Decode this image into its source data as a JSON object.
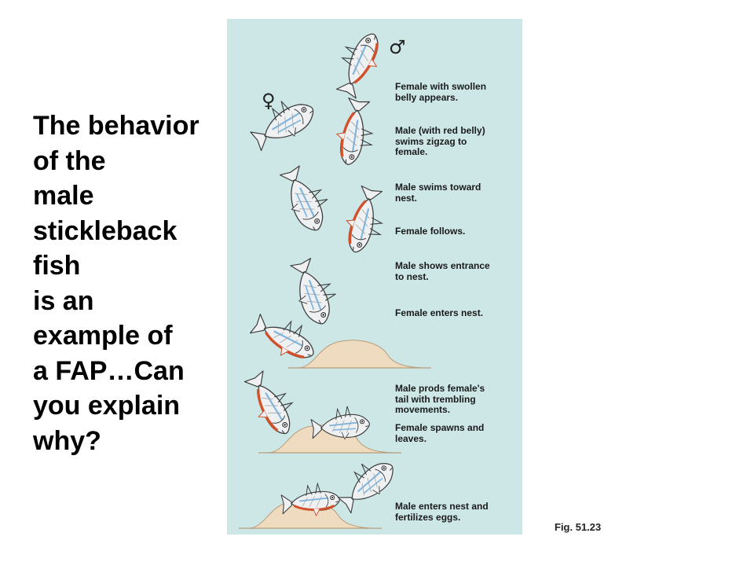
{
  "slide": {
    "text_lines": [
      "The behavior",
      "of the",
      "male",
      "stickleback",
      "fish",
      "is an",
      "example of",
      "a FAP…Can",
      "you explain",
      "why?"
    ]
  },
  "figure": {
    "male_symbol": "♂",
    "female_symbol": "♀",
    "steps": [
      "Female with swollen\nbelly appears.",
      "Male (with red belly)\nswims zigzag to\nfemale.",
      "Male swims toward\nnest.",
      "Female follows.",
      "Male shows entrance\nto nest.",
      "Female enters nest.",
      "Male prods female's\ntail with trembling\nmovements.",
      "Female spawns and\nleaves.",
      "Male enters nest and\nfertilizes eggs."
    ],
    "caption": "Fig. 51.23"
  },
  "colors": {
    "panel_background": "#cde7e7",
    "male_belly": "#d2502a",
    "fish_body": "#eef0f2",
    "fish_outline": "#3c3c3c",
    "fish_stripe": "#7fb6de",
    "nest_sand": "#efdcc0"
  }
}
